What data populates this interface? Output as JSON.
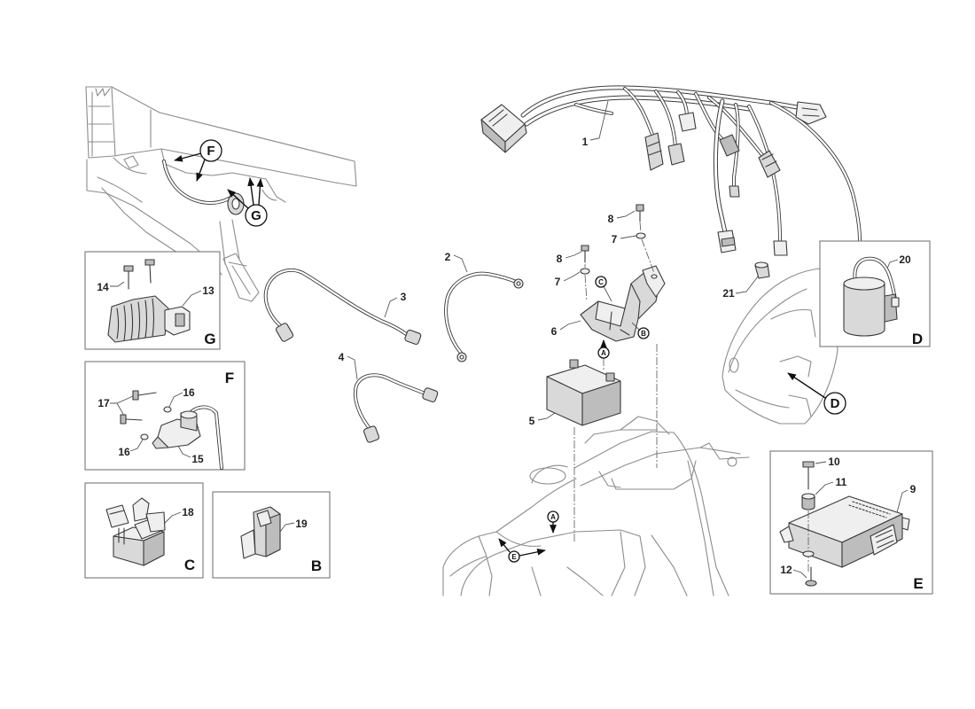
{
  "part_numbers": {
    "n1": "1",
    "n2": "2",
    "n3": "3",
    "n4": "4",
    "n5": "5",
    "n6": "6",
    "n7_upper": "7",
    "n7_lower": "7",
    "n8_upper": "8",
    "n8_lower": "8",
    "n9": "9",
    "n10": "10",
    "n11": "11",
    "n12": "12",
    "n13": "13",
    "n14": "14",
    "n15": "15",
    "n16_upper": "16",
    "n16_lower": "16",
    "n17": "17",
    "n18": "18",
    "n19": "19",
    "n20": "20",
    "n21": "21"
  },
  "detail_views": {
    "g": "G",
    "f": "F",
    "c": "C",
    "b": "B",
    "d": "D",
    "e": "E"
  },
  "reference_markers": {
    "f": "F",
    "g": "G",
    "c": "C",
    "b": "B",
    "a_bracket": "A",
    "d": "D",
    "a_frame": "A",
    "e": "E"
  },
  "colors": {
    "line": "#3a3a3a",
    "frame": "#8c8c8c",
    "light": "#efefef",
    "mid": "#d9d9d9",
    "dark": "#bdbdbd",
    "background": "#ffffff",
    "marker": "#111111"
  }
}
